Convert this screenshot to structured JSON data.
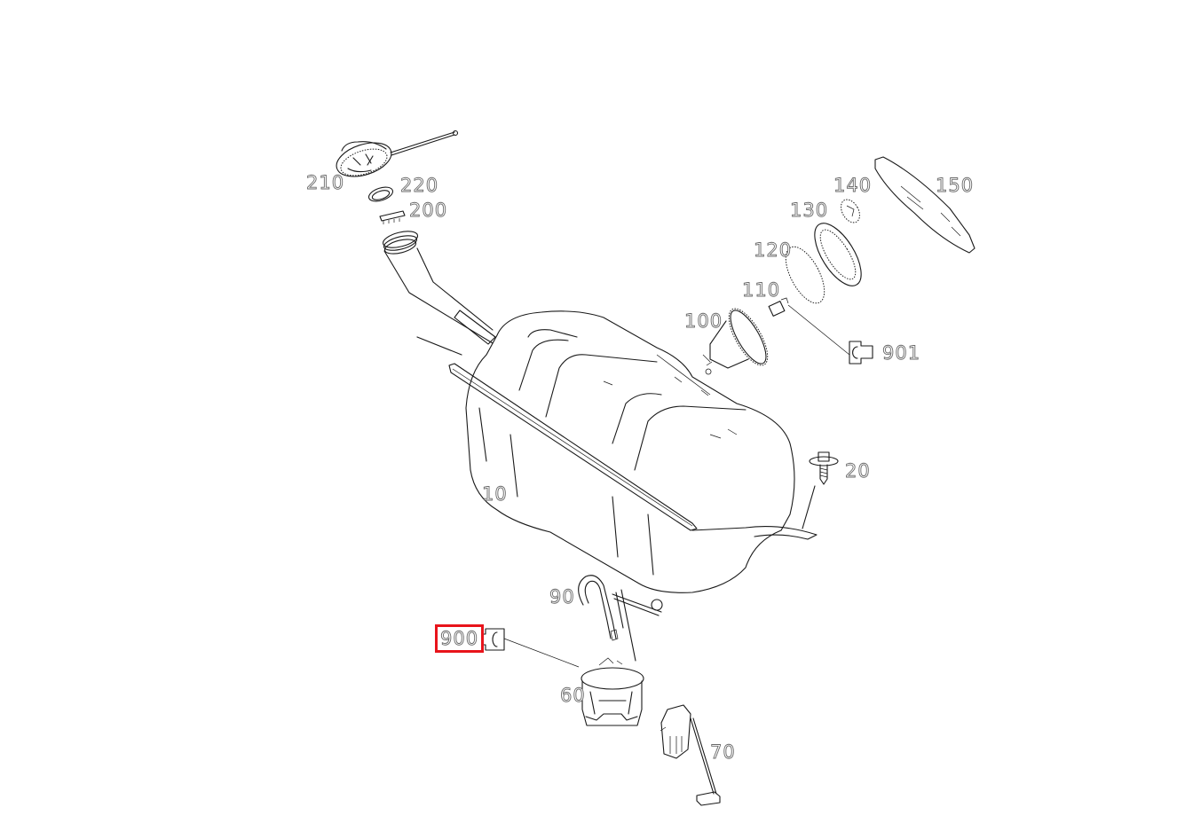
{
  "diagram": {
    "type": "exploded parts diagram",
    "subject": "fuel tank assembly",
    "highlight_color": "#e8141b",
    "label_color": "#6a6a6a",
    "line_color": "#1a1a1a"
  },
  "callouts": [
    {
      "id": "10",
      "label": "10",
      "part": "fuel-tank"
    },
    {
      "id": "20",
      "label": "20",
      "part": "mounting-bolt"
    },
    {
      "id": "60",
      "label": "60",
      "part": "fuel-pump-module"
    },
    {
      "id": "70",
      "label": "70",
      "part": "fuel-level-sender"
    },
    {
      "id": "90",
      "label": "90",
      "part": "fuel-line"
    },
    {
      "id": "100",
      "label": "100",
      "part": "tank-flange-unit"
    },
    {
      "id": "110",
      "label": "110",
      "part": "connector"
    },
    {
      "id": "120",
      "label": "120",
      "part": "seal-ring"
    },
    {
      "id": "130",
      "label": "130",
      "part": "locking-ring"
    },
    {
      "id": "140",
      "label": "140",
      "part": "cap"
    },
    {
      "id": "150",
      "label": "150",
      "part": "cover-plate"
    },
    {
      "id": "200",
      "label": "200",
      "part": "clip"
    },
    {
      "id": "210",
      "label": "210",
      "part": "fuel-filler-cap"
    },
    {
      "id": "220",
      "label": "220",
      "part": "gasket"
    },
    {
      "id": "900",
      "label": "900",
      "part": "reference-connector",
      "highlighted": true
    },
    {
      "id": "901",
      "label": "901",
      "part": "reference-connector"
    }
  ]
}
